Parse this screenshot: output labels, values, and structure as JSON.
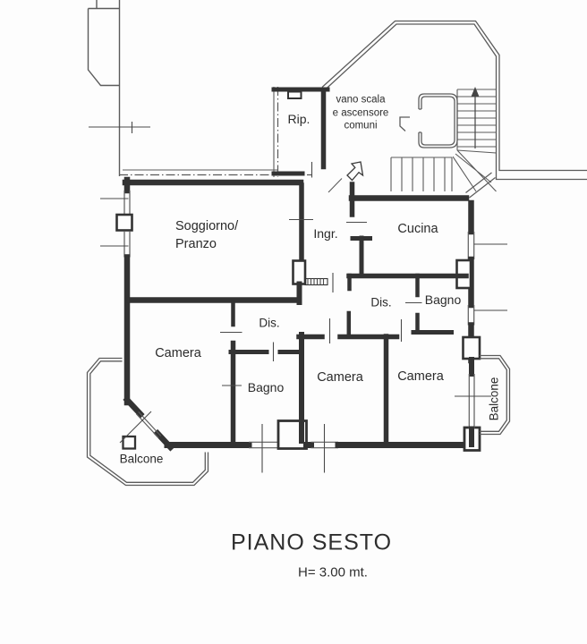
{
  "meta": {
    "background": "#fdfdfd",
    "wall_color": "#333333",
    "thin_line_color": "#5b5b5b",
    "text_color": "#2b2b2b"
  },
  "rooms": {
    "rip": "Rip.",
    "stairwell": [
      "vano scala",
      "e ascensore",
      "comuni"
    ],
    "soggiorno": [
      "Soggiorno/",
      "Pranzo"
    ],
    "ingresso": "Ingr.",
    "cucina": "Cucina",
    "dis_center": "Dis.",
    "bagno_upper": "Bagno",
    "dis_left": "Dis.",
    "camera_left": "Camera",
    "bagno_lower": "Bagno",
    "camera_center": "Camera",
    "camera_right": "Camera",
    "balcone_left": "Balcone",
    "balcone_right": "Balcone"
  },
  "caption": {
    "title": "PIANO SESTO",
    "subtitle": "H= 3.00 mt."
  }
}
